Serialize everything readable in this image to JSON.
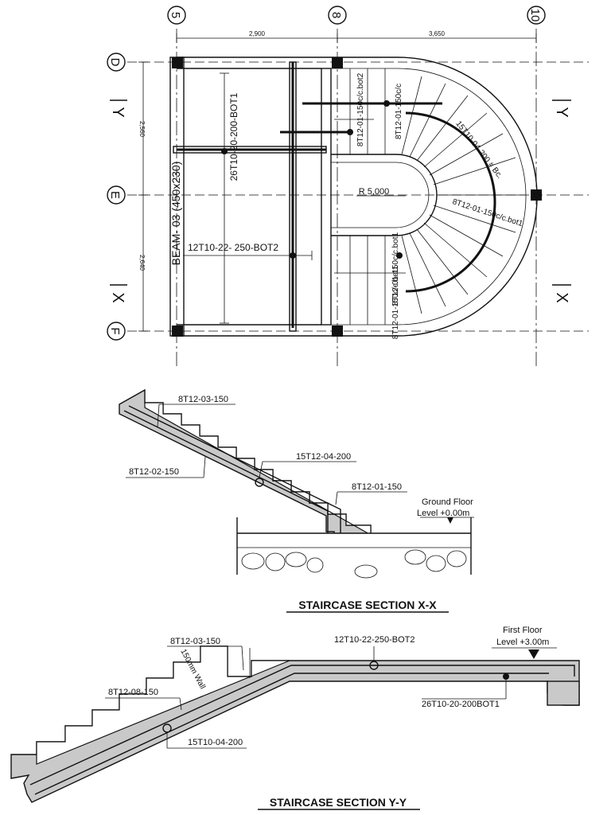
{
  "grid": {
    "cols": [
      "5",
      "8",
      "10"
    ],
    "rows": [
      "D",
      "E",
      "F"
    ],
    "dims_top": [
      "2,900",
      "3,650"
    ],
    "dims_left": [
      "2,560",
      "2,640"
    ]
  },
  "plan": {
    "beam_label": "BEAM- 03 (450x230)",
    "bar_vertical_mid": "26T10-20-200-BOT1",
    "bar_horizontal": "12T10-22- 250-BOT2",
    "bar_top2": "8T12-01-150c/c.bot2",
    "bar_top1": "8T12-01-150c/c",
    "bar_bottom1": "8T12-01-150c/c.bot1",
    "bar_bottom2": "8T12-01-150c/c.bot1",
    "bar_arc": "15T10-04-200 # Bc.",
    "bar_side": "8T12-01-150c/c.bot1",
    "radius": "R 5,000",
    "section_markers": [
      "Y",
      "Y",
      "X",
      "X"
    ]
  },
  "section_xx": {
    "title": "STAIRCASE SECTION  X-X",
    "labels": [
      "8T12-03-150",
      "8T12-02-150",
      "15T12-04-200",
      "8T12-01-150"
    ],
    "ground_floor": "Ground Floor",
    "ground_level": "Level +0.00m"
  },
  "section_yy": {
    "title": "STAIRCASE SECTION  Y-Y",
    "labels": [
      "8T12-03-150",
      "12T10-22-250-BOT2",
      "8T12-08-150",
      "26T10-20-200BOT1",
      "15T10-04-200"
    ],
    "wall": "150mm Wall",
    "first_floor": "First Floor",
    "first_level": "Level +3.00m"
  },
  "colors": {
    "line": "#111111",
    "concrete": "#c9c9c9"
  }
}
